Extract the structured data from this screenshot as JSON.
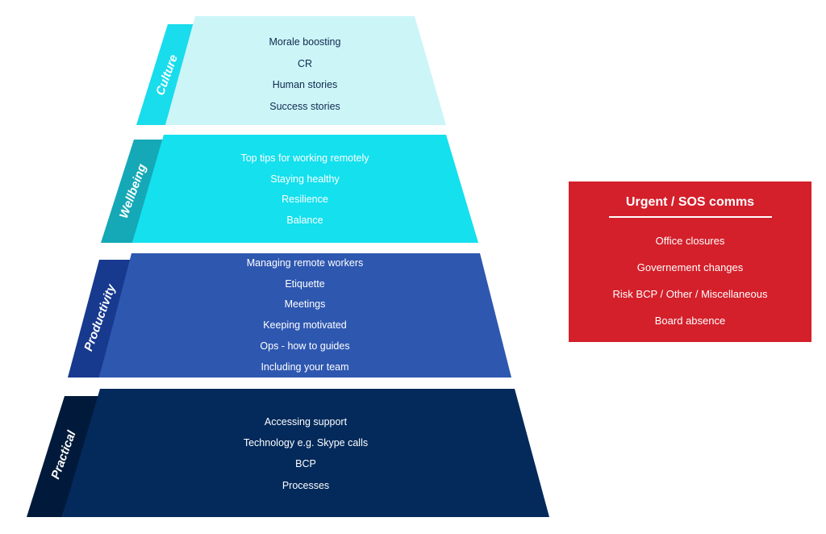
{
  "pyramid": {
    "tiers": [
      {
        "label": "Culture",
        "items": [
          "Morale boosting",
          "CR",
          "Human stories",
          "Success stories"
        ],
        "fill": "#ccf5f8",
        "tab_fill": "#19dcec",
        "text_color": "#0f2a4e",
        "tab_text_color": "#ffffff"
      },
      {
        "label": "Wellbeing",
        "items": [
          "Top tips for working remotely",
          "Staying healthy",
          "Resilience",
          "Balance"
        ],
        "fill": "#14e0ee",
        "tab_fill": "#15a8b6",
        "text_color": "#ffffff",
        "tab_text_color": "#ffffff"
      },
      {
        "label": "Productivity",
        "items": [
          "Managing remote workers",
          "Etiquette",
          "Meetings",
          "Keeping motivated",
          "Ops - how to guides",
          "Including your team"
        ],
        "fill": "#2e57b0",
        "tab_fill": "#17398e",
        "text_color": "#ffffff",
        "tab_text_color": "#ffffff"
      },
      {
        "label": "Practical",
        "items": [
          "Accessing support",
          "Technology e.g. Skype calls",
          "BCP",
          "Processes"
        ],
        "fill": "#032a5b",
        "tab_fill": "#011a3b",
        "text_color": "#ffffff",
        "tab_text_color": "#ffffff"
      }
    ]
  },
  "sos": {
    "title": "Urgent / SOS comms",
    "items": [
      "Office closures",
      "Governement changes",
      "Risk BCP / Other / Miscellaneous",
      "Board absence"
    ],
    "fill": "#d4202b"
  }
}
